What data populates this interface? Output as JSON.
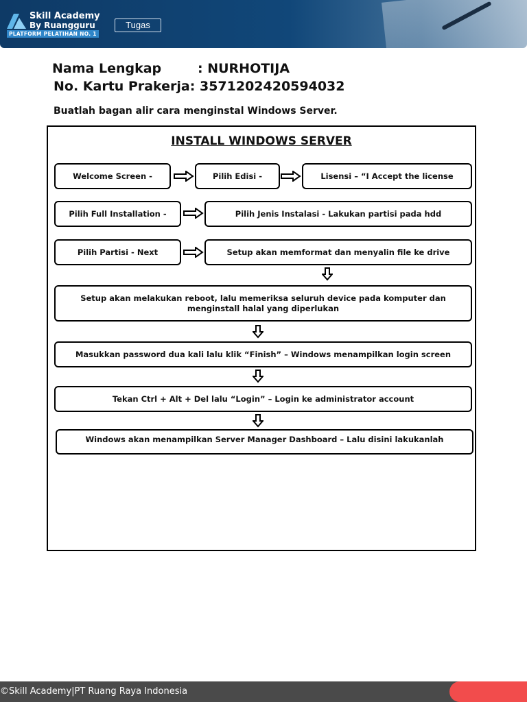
{
  "header": {
    "logo_title": "Skill Academy",
    "logo_sub": "By Ruangguru",
    "logo_badge": "PLATFORM PELATIHAN NO. 1",
    "tugas_label": "Tugas",
    "colors": {
      "banner": "#114779",
      "badge": "#2f86c9"
    }
  },
  "identity": {
    "name_label": "Nama Lengkap",
    "name_value": ": NURHOTIJA",
    "card_label": "No. Kartu Prakerja",
    "card_value": ": 3571202420594032"
  },
  "instruction": "Buatlah bagan alir cara menginstal Windows Server.",
  "flowchart": {
    "title": "INSTALL WINDOWS SERVER",
    "steps": [
      "Welcome Screen -",
      "Pilih Edisi -",
      "Lisensi – “I Accept the license",
      "Pilih Full Installation -",
      "Pilih Jenis Instalasi  - Lakukan partisi pada hdd",
      "Pilih Partisi - Next",
      "Setup akan memformat dan menyalin file ke drive",
      "Setup akan melakukan reboot, lalu memeriksa seluruh device pada komputer dan menginstall halal yang diperlukan",
      "Masukkan password dua kali lalu klik “Finish” – Windows menampilkan login screen",
      "Tekan Ctrl + Alt + Del lalu “Login” – Login ke administrator account",
      "Windows akan menampilkan Server Manager Dashboard – Lalu disini lakukanlah"
    ]
  },
  "footer": {
    "text": "©Skill Academy|PT Ruang Raya Indonesia",
    "colors": {
      "bar": "#4a4a4a",
      "accent": "#f24c4c"
    }
  }
}
